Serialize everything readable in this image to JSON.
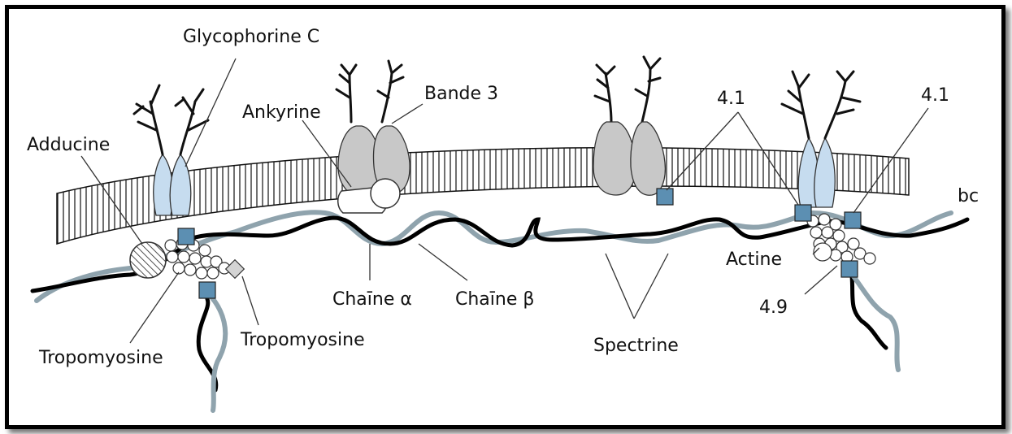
{
  "labels": {
    "glycophorine_c": "Glycophorine C",
    "bande_3": "Bande 3",
    "ankyrine": "Ankyrine",
    "adducine": "Adducine",
    "band_4_1_left": "4.1",
    "band_4_1_right": "4.1",
    "bc": "bc",
    "actine": "Actine",
    "band_4_9": "4.9",
    "chaine_alpha": "Chaīne α",
    "chaine_beta": "Chaīne β",
    "spectrine": "Spectrine",
    "tropomyosine_left": "Tropomyosine",
    "tropomyosine_right": "Tropomyosine"
  },
  "colors": {
    "spectrin_alpha": "#000000",
    "spectrin_beta": "#8fa3ad",
    "glycophorin": "#c6dcef",
    "band3": "#c8c8c8",
    "protein_4_1": "#5c8fb2",
    "tropomyosin": "#d4d4d4"
  }
}
